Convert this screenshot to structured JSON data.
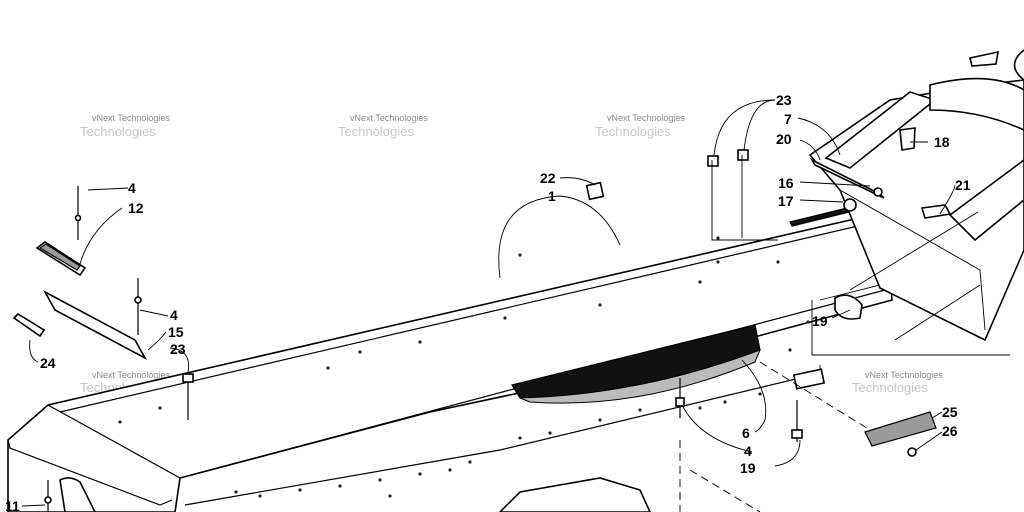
{
  "watermark": {
    "text": "vNext Technologies",
    "big": "Technologies"
  },
  "callouts": [
    {
      "id": "c4a",
      "label": "4"
    },
    {
      "id": "c12",
      "label": "12"
    },
    {
      "id": "c4b",
      "label": "4"
    },
    {
      "id": "c15",
      "label": "15"
    },
    {
      "id": "c23a",
      "label": "23"
    },
    {
      "id": "c24",
      "label": "24"
    },
    {
      "id": "c11",
      "label": "11"
    },
    {
      "id": "c22",
      "label": "22"
    },
    {
      "id": "c1",
      "label": "1"
    },
    {
      "id": "c23b",
      "label": "23"
    },
    {
      "id": "c7",
      "label": "7"
    },
    {
      "id": "c20",
      "label": "20"
    },
    {
      "id": "c18",
      "label": "18"
    },
    {
      "id": "c16",
      "label": "16"
    },
    {
      "id": "c17",
      "label": "17"
    },
    {
      "id": "c21",
      "label": "21"
    },
    {
      "id": "c19a",
      "label": "19"
    },
    {
      "id": "c6",
      "label": "6"
    },
    {
      "id": "c4c",
      "label": "4"
    },
    {
      "id": "c19b",
      "label": "19"
    },
    {
      "id": "c25",
      "label": "25"
    },
    {
      "id": "c26",
      "label": "26"
    }
  ]
}
